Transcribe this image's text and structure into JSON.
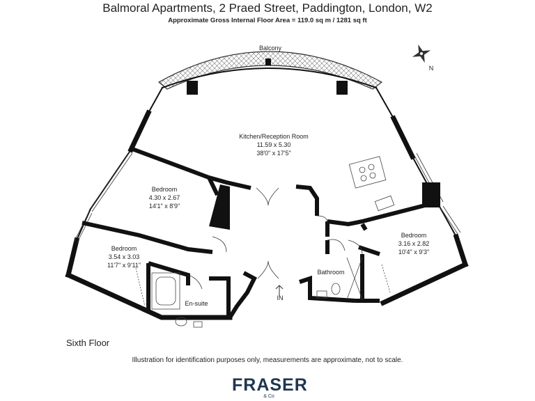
{
  "header": {
    "title": "Balmoral Apartments, 2 Praed Street, Paddington, London, W2",
    "subtitle": "Approximate Gross Internal Floor Area = 119.0 sq m / 1281 sq ft"
  },
  "rooms": {
    "balcony": "Balcony",
    "kitchen": {
      "name": "Kitchen/Reception Room",
      "metric": "11.59 x 5.30",
      "imperial": "38'0\" x 17'5\""
    },
    "bedroom1": {
      "name": "Bedroom",
      "metric": "4.30 x 2.67",
      "imperial": "14'1\" x 8'9\""
    },
    "bedroom2": {
      "name": "Bedroom",
      "metric": "3.54 x 3.03",
      "imperial": "11'7\" x 9'11\""
    },
    "bedroom3": {
      "name": "Bedroom",
      "metric": "3.16 x 2.82",
      "imperial": "10'4\" x 9'3\""
    },
    "bathroom": "Bathroom",
    "ensuite": "En-suite",
    "entrance": "IN"
  },
  "compass": {
    "north_label": "N"
  },
  "floor_label": "Sixth Floor",
  "disclaimer": "Illustration for identification purposes only, measurements are approximate, not to scale.",
  "brand": {
    "name": "FRASER",
    "sub": "& Co",
    "color": "#1f3650"
  }
}
